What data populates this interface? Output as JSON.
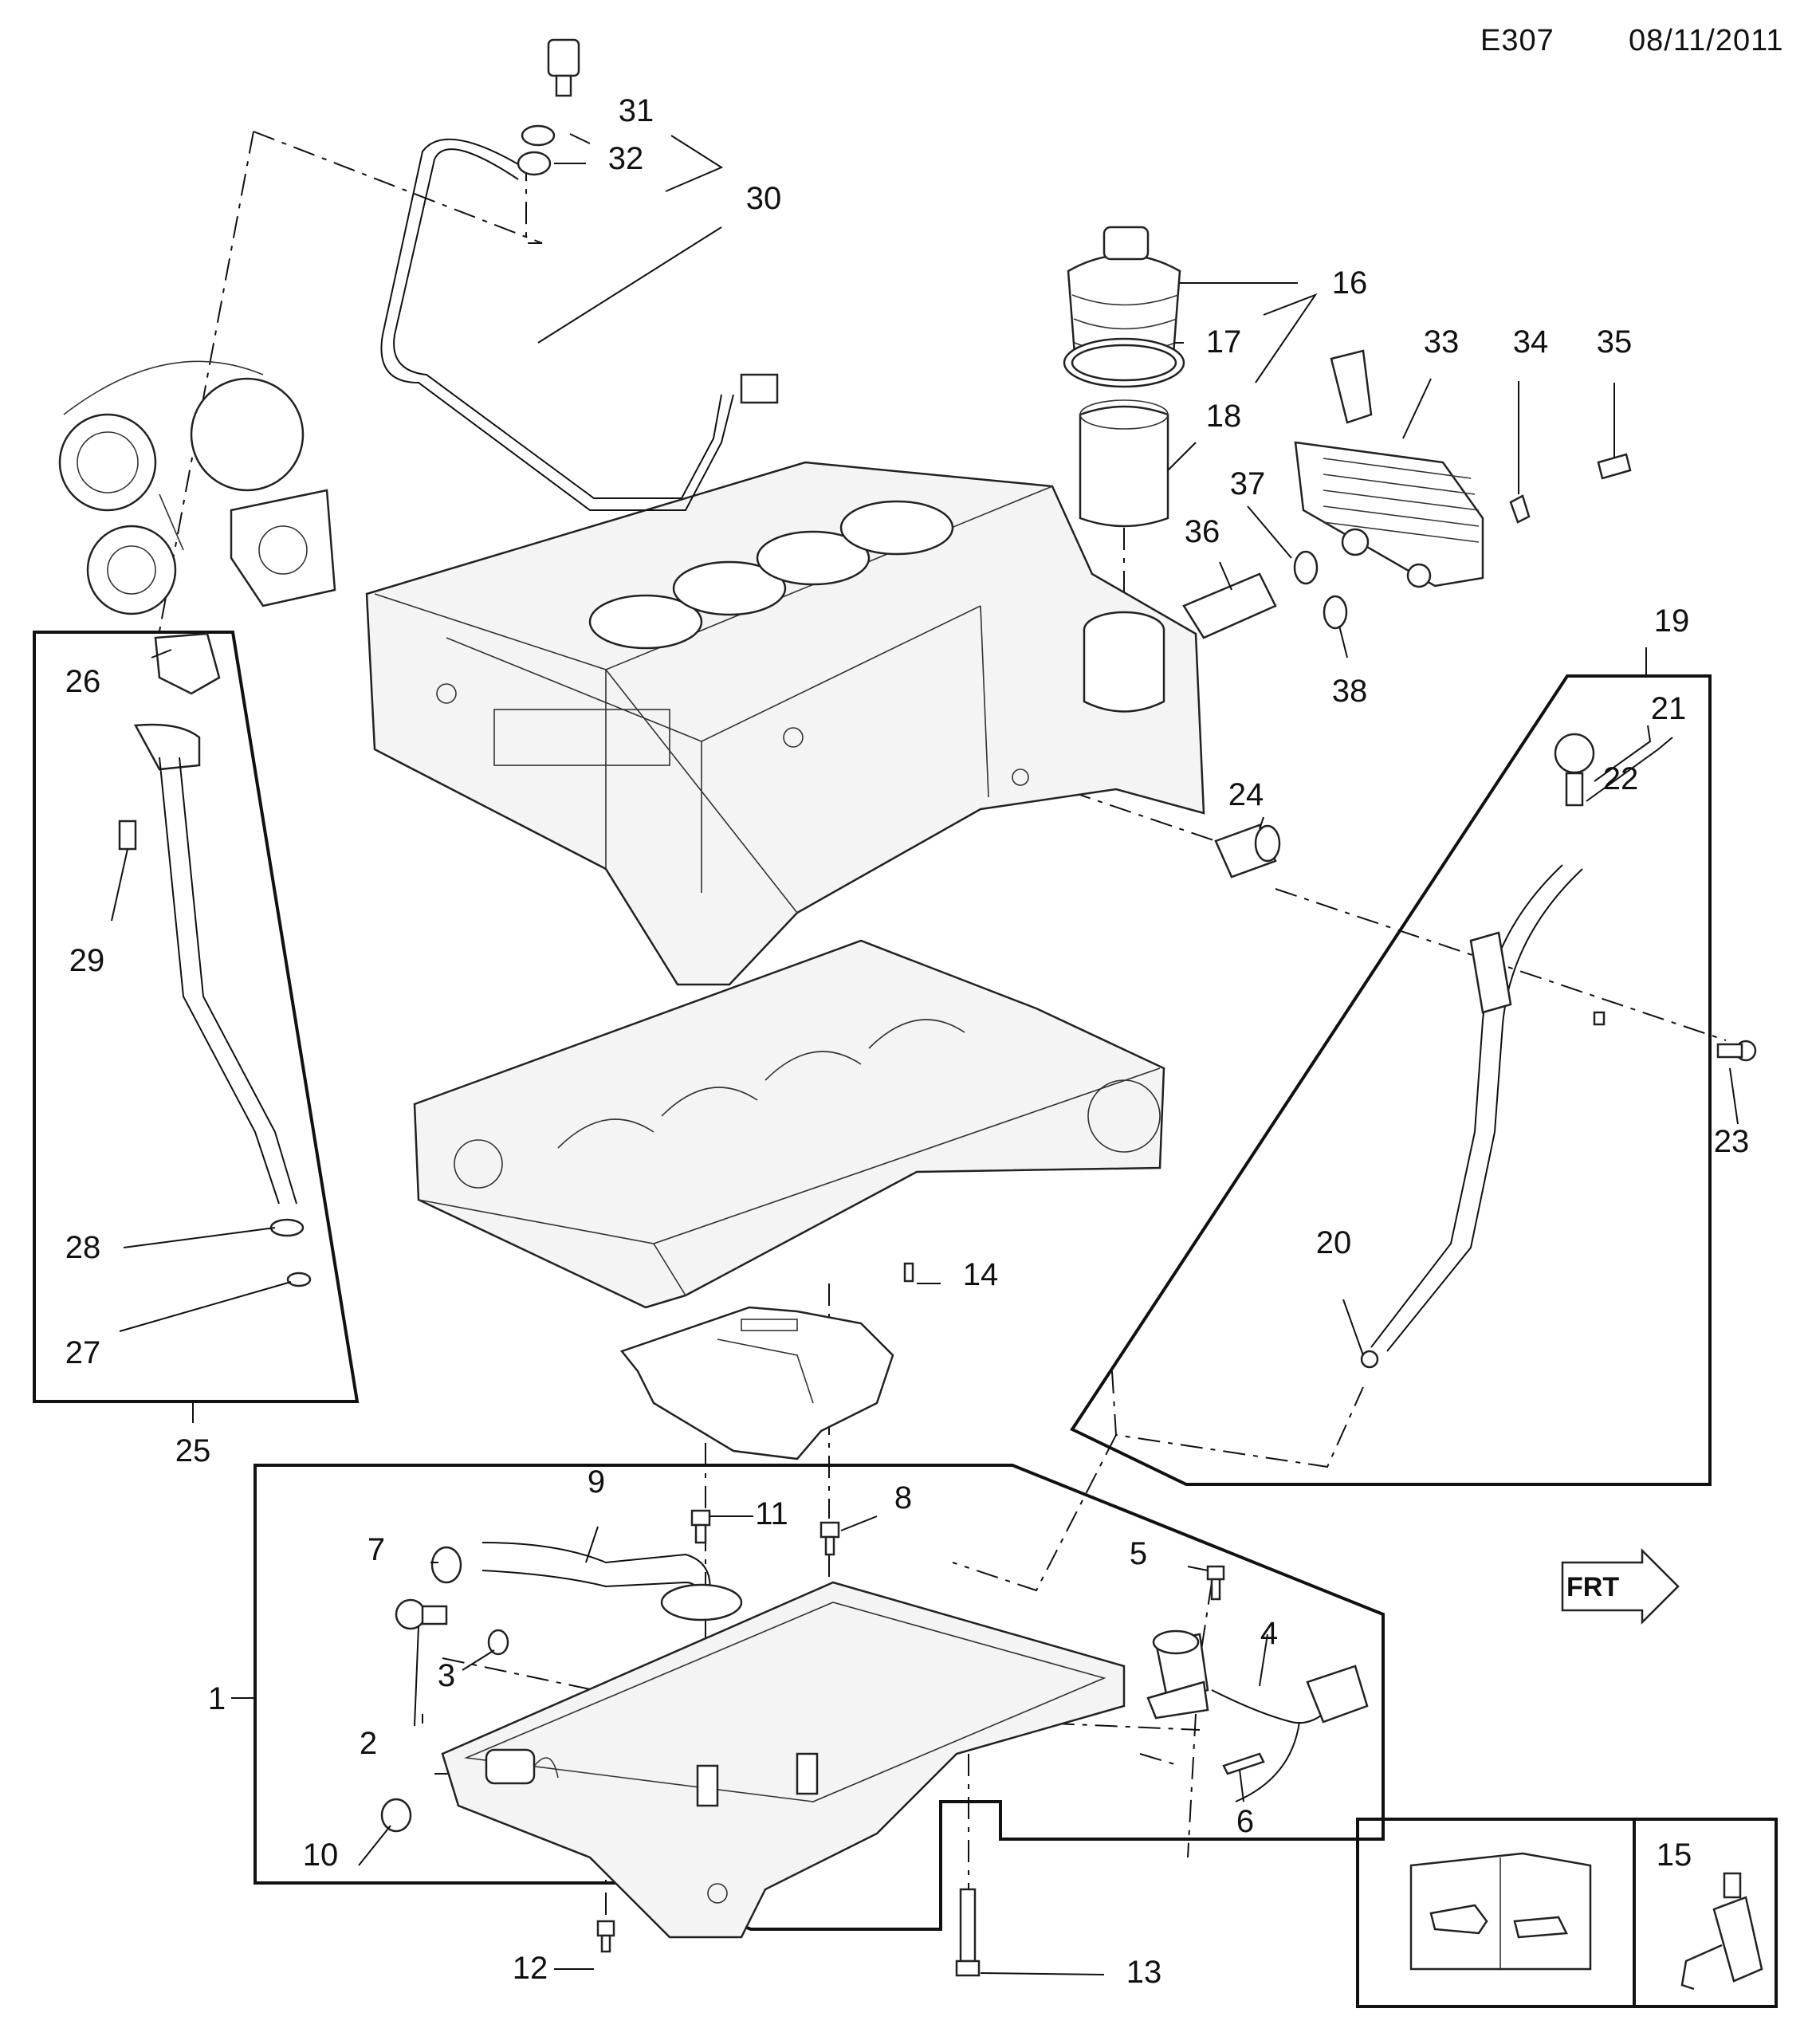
{
  "header": {
    "code": "E307",
    "date": "08/11/2011"
  },
  "callouts": [
    "1",
    "2",
    "3",
    "4",
    "5",
    "6",
    "7",
    "8",
    "9",
    "10",
    "11",
    "12",
    "13",
    "14",
    "15",
    "16",
    "17",
    "18",
    "19",
    "20",
    "21",
    "22",
    "23",
    "24",
    "25",
    "26",
    "27",
    "28",
    "29",
    "30",
    "31",
    "32",
    "33",
    "34",
    "35",
    "36",
    "37",
    "38"
  ],
  "icons": {
    "front_arrow": "front-direction-arrow-icon",
    "manual": "repair-manual-book-icon",
    "sealant": "sealant-tube-icon"
  }
}
